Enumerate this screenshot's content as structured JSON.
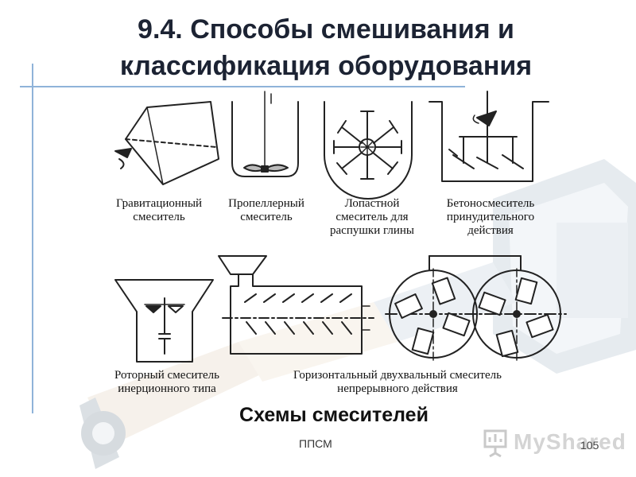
{
  "slide": {
    "title_line1": "9.4. Способы смешивания и",
    "title_line2": "классификация оборудования",
    "subtitle": "Схемы смесителей",
    "footer_left": "ППСМ",
    "page_number": "105",
    "logo_text": "MyShared"
  },
  "captions": [
    "Гравитационный\nсмеситель",
    "Пропеллерный\nсмеситель",
    "Лопастной\nсмеситель для\nраспушки глины",
    "Бетоносмеситель\nпринудительного\nдействия",
    "Роторный смеситель\nинерционного типа",
    "Горизонтальный двухвальный смеситель\nнепрерывного действия"
  ],
  "colors": {
    "title": "#1c2333",
    "accent_line": "#8fb3d9",
    "drawing": "#222222"
  }
}
